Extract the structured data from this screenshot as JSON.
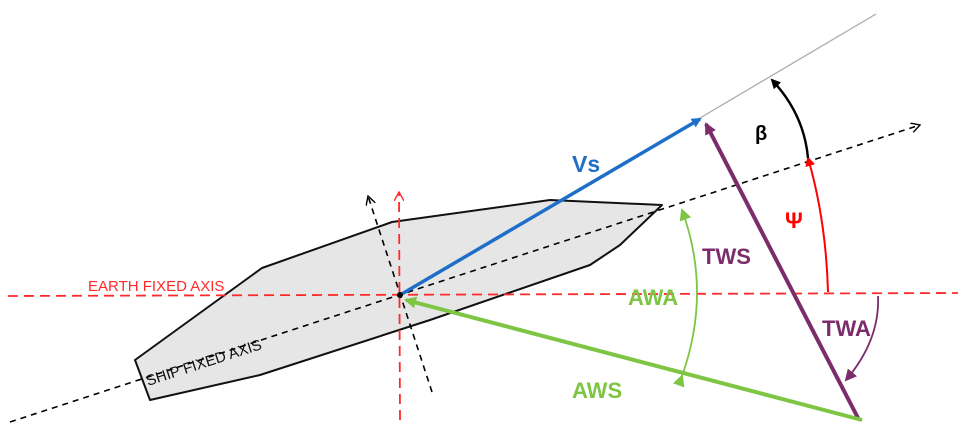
{
  "labels": {
    "earth_axis": "EARTH FIXED AXIS",
    "ship_axis": "SHIP FIXED AXIS",
    "vs": "Vs",
    "tws": "TWS",
    "twa": "TWA",
    "awa": "AWA",
    "aws": "AWS",
    "psi": "Ψ",
    "beta": "β"
  },
  "colors": {
    "earth_axis": "#ff2a2a",
    "ship_axis": "#000000",
    "hull_fill": "#e6e6e6",
    "hull_stroke": "#111111",
    "vs": "#1f6fc8",
    "tws": "#7b2d6b",
    "aws": "#7dc543",
    "psi": "#ff0000",
    "beta": "#000000",
    "course_line": "#aaaaaa"
  }
}
